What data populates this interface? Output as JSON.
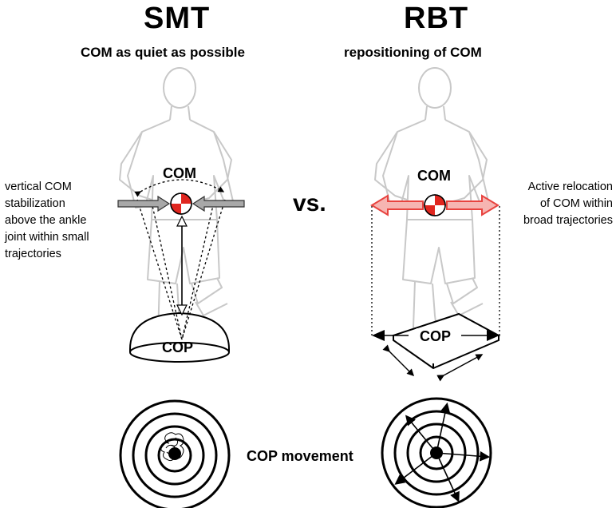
{
  "left": {
    "title": "SMT",
    "subtitle": "COM as quiet as possible",
    "com_label": "COM",
    "cop_label": "COP",
    "note_lines": [
      "vertical COM",
      "stabilization",
      "above the ankle",
      "joint within small",
      "trajectories"
    ]
  },
  "right": {
    "title": "RBT",
    "subtitle": "repositioning of COM",
    "com_label": "COM",
    "cop_label": "COP",
    "note_lines": [
      "Active relocation",
      "of COM within",
      "broad trajectories"
    ]
  },
  "center": {
    "vs_label": "vs.",
    "cop_movement_label": "COP movement"
  },
  "colors": {
    "figure_outline": "#c8c8c8",
    "arrow_red": "#e8433f",
    "arrow_red_fill": "#f6b5b2",
    "arrow_gray": "#a8a8a8",
    "com_red": "#e0261f"
  }
}
